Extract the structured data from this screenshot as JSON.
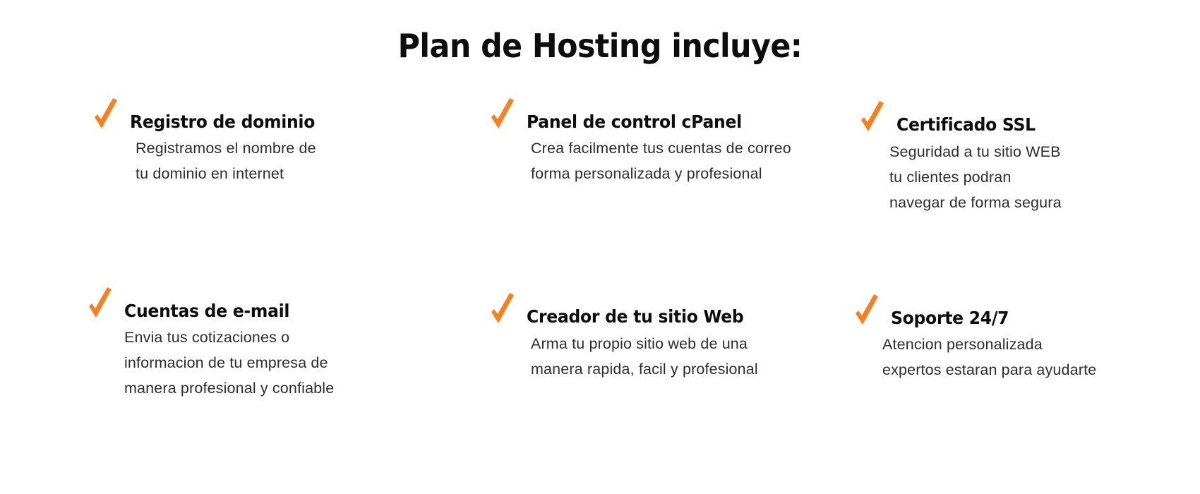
{
  "header": {
    "title": "Plan de Hosting incluye:"
  },
  "theme": {
    "background": "#ffffff",
    "accent": "#f78020",
    "title_color": "#0d0d0d",
    "body_color": "#2d2d2d"
  },
  "icons": {
    "check": "check-mark-icon"
  },
  "features": [
    {
      "icon": "check-mark-icon",
      "title": "Registro de dominio",
      "lines": [
        "Registramos el nombre de",
        "tu dominio en internet"
      ]
    },
    {
      "icon": "check-mark-icon",
      "title": "Panel de control cPanel",
      "lines": [
        "Crea facilmente tus cuentas de correo",
        "forma personalizada y profesional"
      ]
    },
    {
      "icon": "check-mark-icon",
      "title": "Certificado SSL",
      "lines": [
        "Seguridad a tu sitio WEB",
        "tu clientes podran",
        "navegar de forma segura"
      ]
    },
    {
      "icon": "check-mark-icon",
      "title": "Cuentas de e-mail",
      "lines": [
        "Envia tus cotizaciones o",
        "informacion de tu empresa de",
        "manera profesional y confiable"
      ]
    },
    {
      "icon": "check-mark-icon",
      "title": "Creador de tu sitio Web",
      "lines": [
        "Arma tu propio sitio web de una",
        "manera rapida, facil y profesional"
      ]
    },
    {
      "icon": "check-mark-icon",
      "title": "Soporte 24/7",
      "lines": [
        "Atencion personalizada",
        "expertos estaran para ayudarte"
      ]
    }
  ]
}
